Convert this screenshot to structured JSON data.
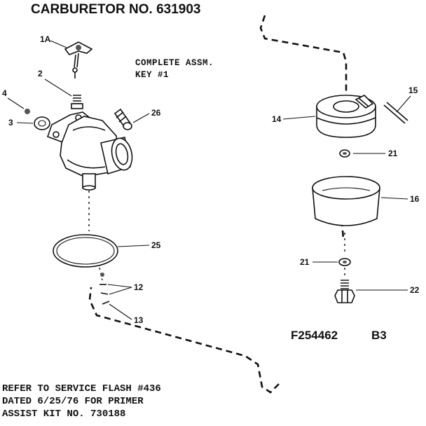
{
  "title": "CARBURETOR NO. 631903",
  "assembly_note": {
    "line1": "COMPLETE ASSM.",
    "line2": "KEY #1"
  },
  "callouts": {
    "c1a": "1A",
    "c2": "2",
    "c3": "3",
    "c4": "4",
    "c26": "26",
    "c25": "25",
    "c12": "12",
    "c13": "13",
    "c14": "14",
    "c15": "15",
    "c21a": "21",
    "c16": "16",
    "c21b": "21",
    "c22": "22"
  },
  "figure_number": "F254462",
  "figure_code": "B3",
  "service_note": {
    "line1": "REFER TO SERVICE FLASH #436",
    "line2": "DATED 6/25/76 FOR PRIMER",
    "line3": "ASSIST KIT NO. 730188"
  }
}
